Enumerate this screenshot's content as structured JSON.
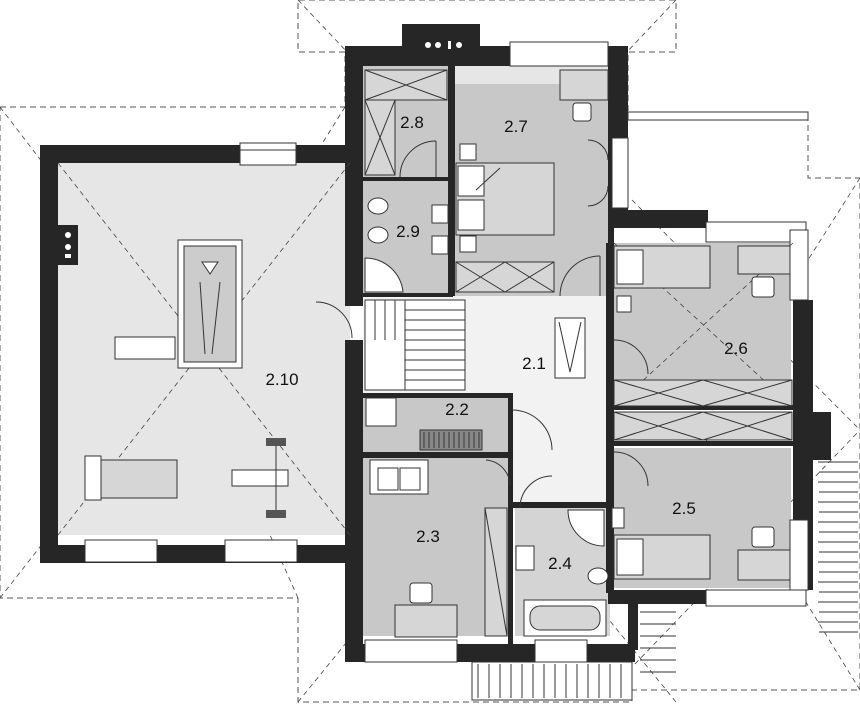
{
  "rooms": {
    "r2_1": "2.1",
    "r2_2": "2.2",
    "r2_3": "2.3",
    "r2_4": "2.4",
    "r2_5": "2.5",
    "r2_6": "2.6",
    "r2_7": "2.7",
    "r2_8": "2.8",
    "r2_9": "2.9",
    "r2_10": "2.10"
  },
  "colors": {
    "wall": "#262626",
    "floor": "#e6e6e6",
    "room_dark": "#c8c8c8",
    "stair_hall": "#f2f2f2"
  }
}
